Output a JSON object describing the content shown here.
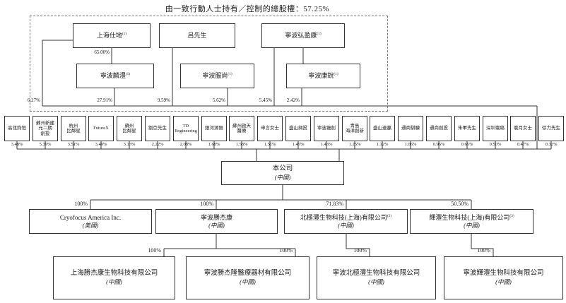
{
  "title": "由一致行動人士持有／控制的總股權：57.25%",
  "group": {
    "shanghai_shidi": {
      "name": "上海仕地",
      "sup": "(1)",
      "stake": "6.27%"
    },
    "mr_lu": {
      "name": "呂先生",
      "sup": "",
      "stake": "9.59%"
    },
    "ningbo_hongyingkang": {
      "name": "寧波弘盈康",
      "sup": "(1)",
      "stake": "5.45%"
    },
    "ningbo_linli": {
      "name": "寧波麟澧",
      "sup": "(1)",
      "stake": "27.91%"
    },
    "ningbo_fushang": {
      "name": "寧波服尚",
      "sup": "(1)",
      "stake": "5.62%"
    },
    "ningbo_kangrui": {
      "name": "寧波康銳",
      "sup": "(1)",
      "stake": "2.42%"
    },
    "linli_ownership": "65.00%"
  },
  "shareholders": [
    {
      "name": "高瓴鈞恒",
      "pct": "3.48%"
    },
    {
      "name": "蘇州新建\n元二期\n創投",
      "pct": "5.39%"
    },
    {
      "name": "杭州\n比鄰星",
      "pct": "3.51%"
    },
    {
      "name": "FutureX",
      "pct": "3.49%"
    },
    {
      "name": "蘇州\n比鄰星",
      "pct": "3.13%"
    },
    {
      "name": "劉亞先生",
      "pct": "2.22%"
    },
    {
      "name": "TD\nEngineering",
      "pct": "2.08%"
    },
    {
      "name": "銀河源匯",
      "pct": "1.68%"
    },
    {
      "name": "蘇州啟天\n醫療",
      "pct": "1.58%"
    },
    {
      "name": "申言女士",
      "pct": "1.51%"
    },
    {
      "name": "盛山興投",
      "pct": "1.45%"
    },
    {
      "name": "寧波複創",
      "pct": "1.43%"
    },
    {
      "name": "青島\n海洋創新",
      "pct": "1.25%"
    },
    {
      "name": "盛山連贏",
      "pct": "1.12%"
    },
    {
      "name": "通商騏驥",
      "pct": "1.06%"
    },
    {
      "name": "通商創投",
      "pct": "0.96%"
    },
    {
      "name": "朱軍先生",
      "pct": "0.65%"
    },
    {
      "name": "深圳寰絡",
      "pct": "0.50%"
    },
    {
      "name": "寰月女士",
      "pct": "0.47%"
    },
    {
      "name": "徐力先生",
      "pct": "0.32%"
    }
  ],
  "company": {
    "name": "本公司",
    "country": "(中國)"
  },
  "tier1": [
    {
      "name": "Cryofocus America Inc.",
      "sup": "",
      "country": "(美國)",
      "pct": "100%"
    },
    {
      "name": "寧波勝杰康",
      "sup": "",
      "country": "(中國)",
      "pct": "100%"
    },
    {
      "name": "北極灃生物科技(上海)有限公司",
      "sup": "(2)",
      "country": "(中國)",
      "pct": "71.83%"
    },
    {
      "name": "輝灃生物科技(上海)有限公司",
      "sup": "(3)",
      "country": "(中國)",
      "pct": "50.50%"
    }
  ],
  "tier2": [
    {
      "name": "上海勝杰康生物科技有限公司",
      "country": "(中國)",
      "pct": "100%"
    },
    {
      "name": "寧波勝杰隆醫療器材有限公司",
      "country": "(中國)",
      "pct": "100%"
    },
    {
      "name": "寧波北極灃生物科技有限公司",
      "country": "(中國)",
      "pct": "100%"
    },
    {
      "name": "寧波輝灃生物科技有限公司",
      "country": "(中國)",
      "pct": "100%"
    }
  ]
}
